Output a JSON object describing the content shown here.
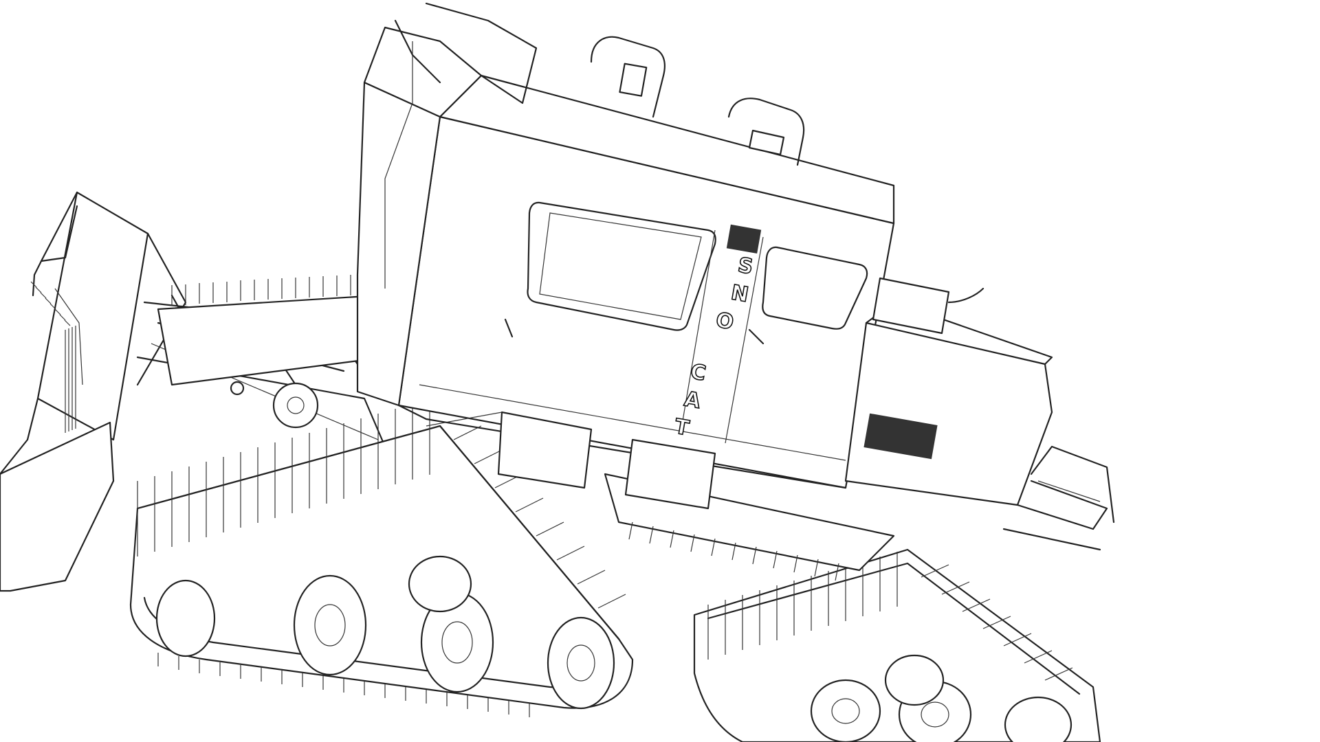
{
  "decal": {
    "line1": [
      "S",
      "N",
      "O"
    ],
    "line2": [
      "C",
      "A",
      "T"
    ]
  },
  "colors": {
    "background": "#ffffff",
    "stroke": "#222222"
  }
}
